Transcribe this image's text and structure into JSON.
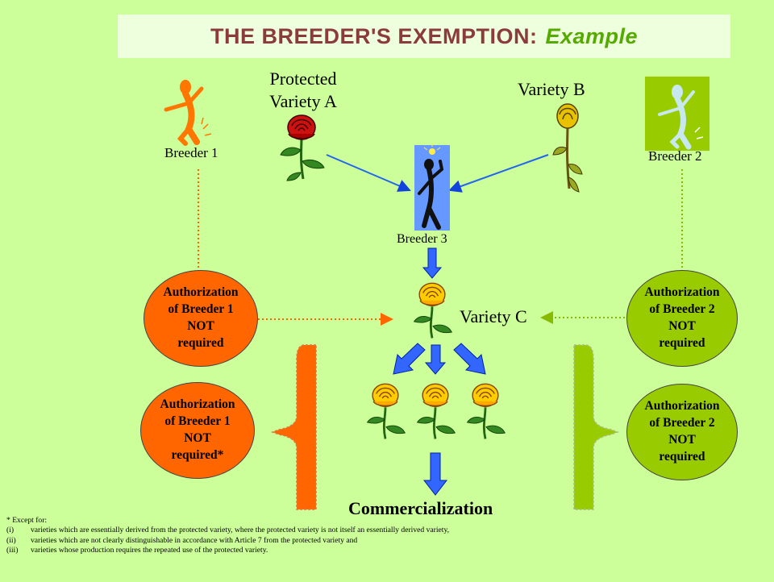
{
  "title": {
    "main": "THE BREEDER'S EXEMPTION:",
    "emphasis": "Example"
  },
  "labels": {
    "protected_variety_a_line1": "Protected",
    "protected_variety_a_line2": "Variety A",
    "variety_b": "Variety B",
    "breeder1": "Breeder 1",
    "breeder2": "Breeder 2",
    "breeder3": "Breeder 3",
    "variety_c": "Variety C",
    "commercialization": "Commercialization"
  },
  "circles": {
    "breeder1_top": "Authorization\nof Breeder 1\nNOT\nrequired",
    "breeder1_bottom": "Authorization\nof Breeder 1\nNOT\nrequired*",
    "breeder2_top": "Authorization\nof Breeder 2\nNOT\nrequired",
    "breeder2_bottom": "Authorization\nof Breeder 2\nNOT\nrequired"
  },
  "footnote": {
    "header": "* Except for:",
    "items": [
      {
        "num": "(i)",
        "text": "varieties which are essentially derived from the protected variety, where the protected variety is not itself an essentially derived variety,"
      },
      {
        "num": "(ii)",
        "text": "varieties which are not clearly distinguishable in accordance with Article 7 from the protected variety and"
      },
      {
        "num": "(iii)",
        "text": "varieties whose production requires the repeated use of the protected variety."
      }
    ]
  },
  "colors": {
    "background": "#ccff99",
    "title_bg": "#eeffdd",
    "title_text": "#8b3b3b",
    "title_emphasis": "#55aa00",
    "orange": "#ff6600",
    "green": "#99cc00",
    "arrow_blue": "#3366ff",
    "rose_red": "#cc1111",
    "rose_yellow": "#ffcc00"
  },
  "icons": [
    "dancing-figure-orange-icon",
    "dancing-figure-green-icon",
    "thinking-figure-icon",
    "red-rose-icon",
    "yellow-rose-icon"
  ]
}
